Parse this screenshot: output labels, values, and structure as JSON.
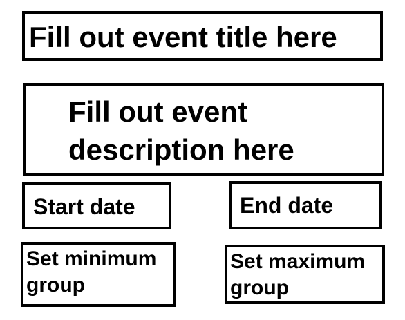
{
  "form": {
    "title_field": "Fill out event title here",
    "description_field": "Fill out event description here",
    "start_date": "Start date",
    "end_date": "End date",
    "min_group": "Set minimum group",
    "max_group": "Set maximum group"
  }
}
